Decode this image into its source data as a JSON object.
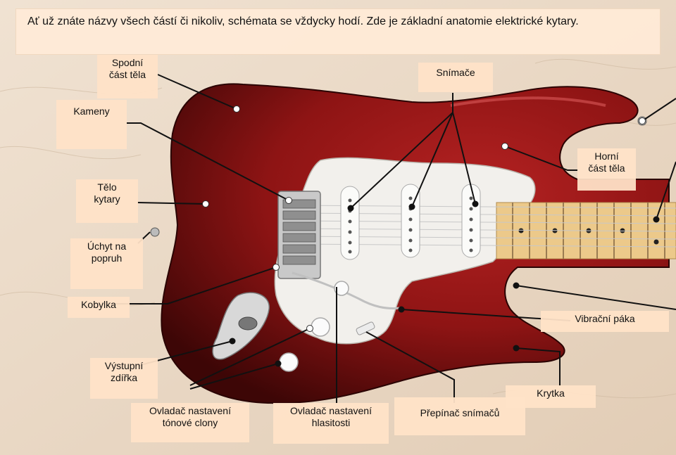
{
  "title": "Ať už znáte názvy všech částí či nikoliv, schémata se vždycky hodí. Zde je základní anatomie elektrické kytary.",
  "labels": {
    "spodni_cast_tela": "Spodní\nčást těla",
    "snimace": "Snímače",
    "kameny": "Kameny",
    "horni_cast_tela": "Horní\nčást těla",
    "telo_kytary": "Tělo\nkytary",
    "uchyt_na_popruh": "Úchyt na\npopruh",
    "kobylka": "Kobylka",
    "vibracni_paka": "Vibrační páka",
    "vystupni_zdirka": "Výstupní\nzdířka",
    "krytka": "Krytka",
    "ovladac_tonove_clony": "Ovladač nastavení\ntónové clony",
    "ovladac_hlasitosti": "Ovladač nastavení\nhlasitosti",
    "prepinac_snimacu": "Přepínač snímačů"
  },
  "colors": {
    "body_red": "#8e1414",
    "body_dark": "#3d0606",
    "pickguard": "#f2f0ec",
    "neck": "#ecc98a",
    "label_bg": "#ffe2c8",
    "title_bg": "#ffebd7"
  }
}
